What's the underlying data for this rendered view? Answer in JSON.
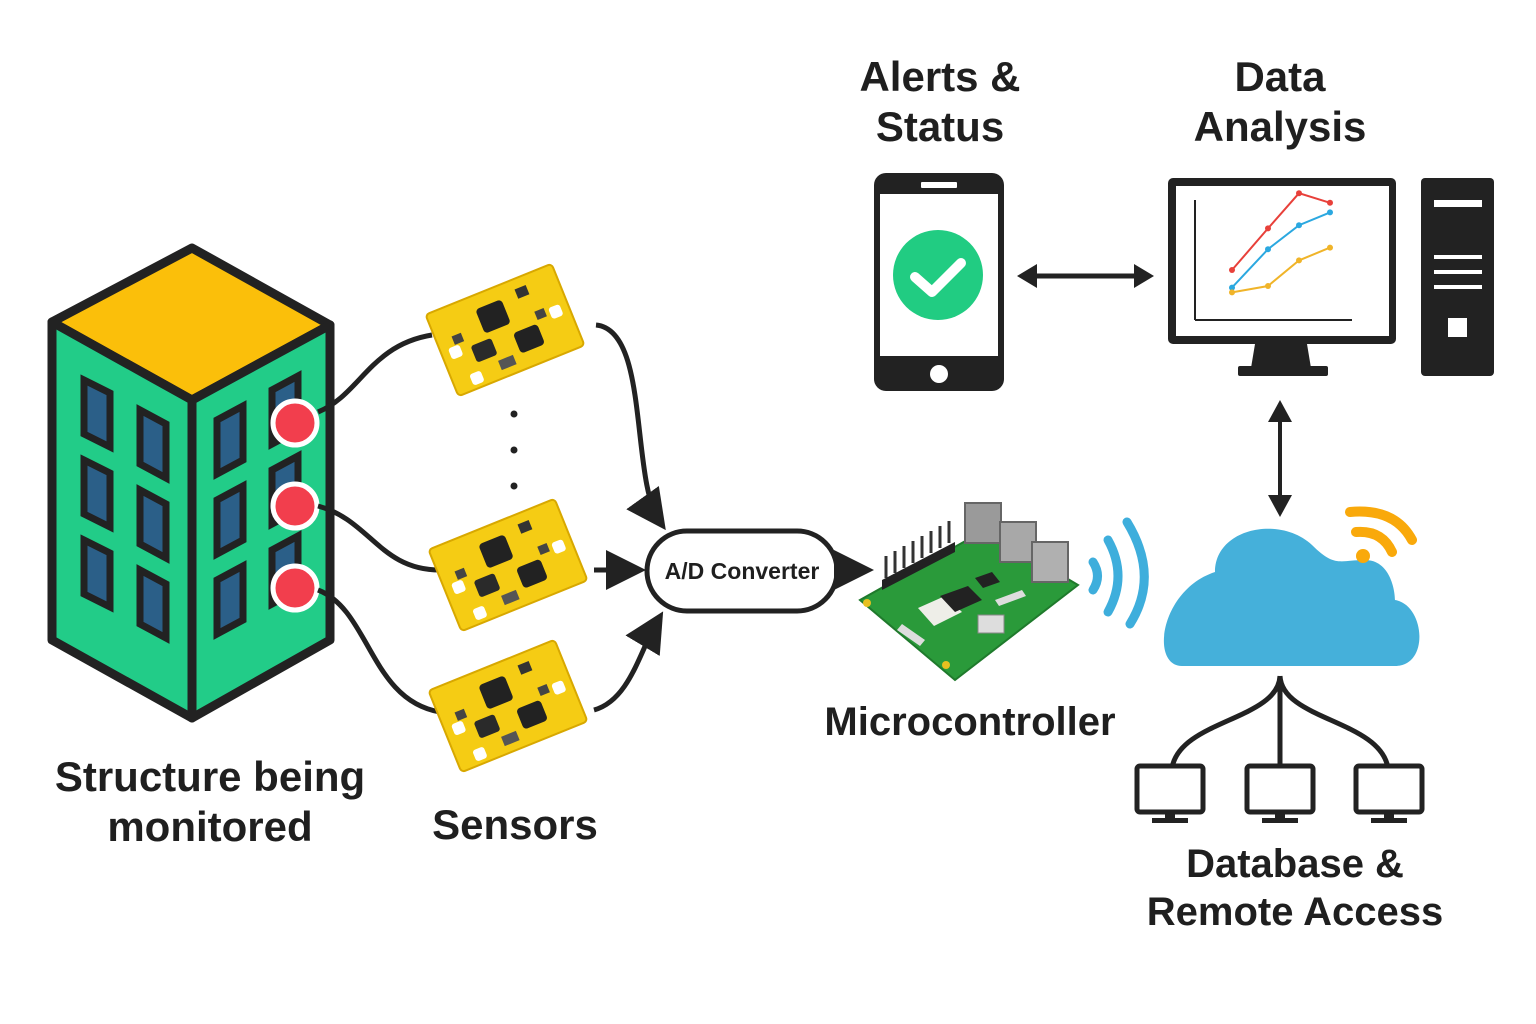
{
  "diagram": {
    "title": "Structural Health Monitoring System",
    "labels": {
      "structure_line1": "Structure being",
      "structure_line2": "monitored",
      "sensors": "Sensors",
      "adc": "A/D Converter",
      "microcontroller": "Microcontroller",
      "alerts_line1": "Alerts &",
      "alerts_line2": "Status",
      "analysis_line1": "Data",
      "analysis_line2": "Analysis",
      "database_line1": "Database &",
      "database_line2": "Remote Access"
    },
    "sensor_count_shown": 3,
    "ellipsis": "⋮",
    "colors": {
      "building_front": "#22cc88",
      "building_roof": "#fbbf0a",
      "window": "#2b5f88",
      "sensor_dot": "#f23e4d",
      "sensor_board": "#f5cc14",
      "pcb": "#2a9a3a",
      "wireless_blue": "#3eaedc",
      "cloud": "#45b0da",
      "wifi_orange": "#f9a90b",
      "check_green": "#21cc82",
      "outline": "#222222"
    },
    "flows": [
      {
        "from": "Structure being monitored",
        "to": "Sensors"
      },
      {
        "from": "Sensors",
        "to": "A/D Converter"
      },
      {
        "from": "A/D Converter",
        "to": "Microcontroller"
      },
      {
        "from": "Microcontroller",
        "to": "Cloud",
        "type": "wireless"
      },
      {
        "from": "Cloud",
        "to": "Data Analysis",
        "type": "bidirectional"
      },
      {
        "from": "Data Analysis",
        "to": "Alerts & Status",
        "type": "bidirectional"
      },
      {
        "from": "Cloud",
        "to": "Database & Remote Access"
      }
    ],
    "analysis_chart": {
      "series": [
        {
          "name": "red",
          "color": "#e8403a",
          "values": [
            2.0,
            4.6,
            6.8,
            6.2
          ]
        },
        {
          "name": "blue",
          "color": "#2ba8e0",
          "values": [
            0.9,
            3.3,
            4.8,
            5.6
          ]
        },
        {
          "name": "yellow",
          "color": "#f0b429",
          "values": [
            0.6,
            1.0,
            2.6,
            3.4
          ]
        }
      ]
    }
  }
}
